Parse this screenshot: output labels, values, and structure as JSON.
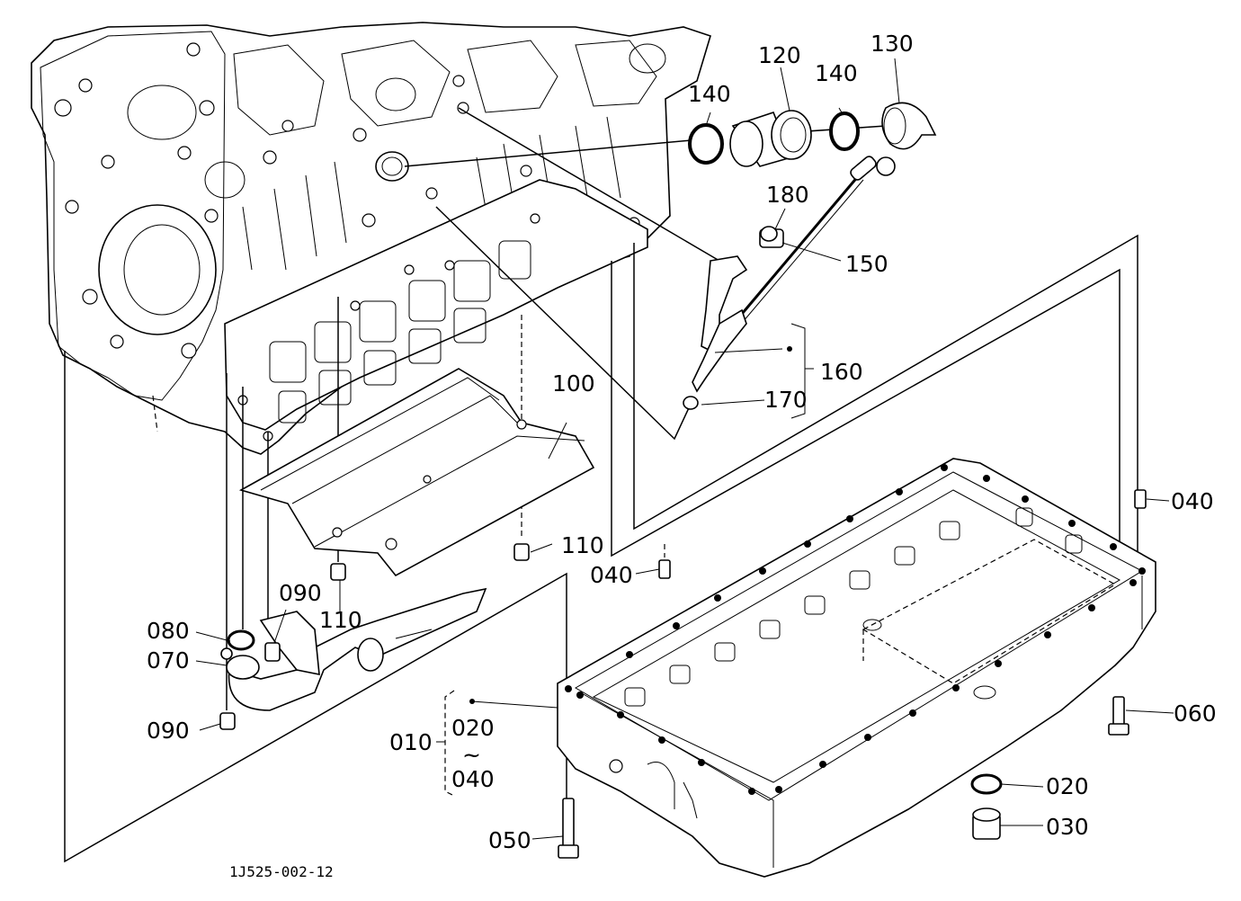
{
  "labels": {
    "p010": "010",
    "p020": "020",
    "p020b": "020",
    "tilde": "~",
    "p030": "030",
    "p040a": "040",
    "p040b": "040",
    "p040c": "040",
    "p050": "050",
    "p060": "060",
    "p070": "070",
    "p080": "080",
    "p090a": "090",
    "p090b": "090",
    "p100": "100",
    "p110a": "110",
    "p110b": "110",
    "p120": "120",
    "p130": "130",
    "p140a": "140",
    "p140b": "140",
    "p150": "150",
    "p160": "160",
    "p170": "170",
    "p180": "180"
  },
  "figure_code": "1J525-002-12",
  "colors": {
    "line": "#000000",
    "background": "#ffffff"
  }
}
